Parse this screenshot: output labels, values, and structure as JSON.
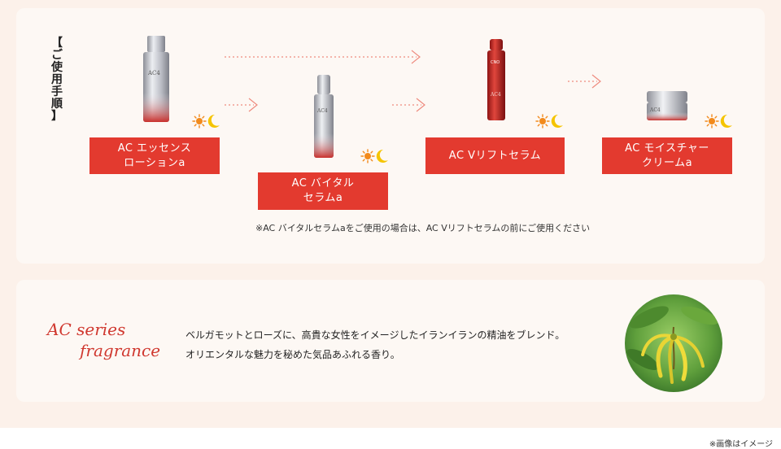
{
  "usage": {
    "title_chars": [
      "【",
      "ご",
      "使",
      "用",
      "手",
      "順",
      "】"
    ],
    "steps": [
      {
        "label": "AC エッセンス\nローションa",
        "icon": "sun-moon-icon"
      },
      {
        "label": "AC バイタル\nセラムa",
        "icon": "sun-moon-icon"
      },
      {
        "label": "AC Vリフトセラム",
        "icon": "sun-moon-icon"
      },
      {
        "label": "AC モイスチャー\nクリームa",
        "icon": "sun-moon-icon"
      }
    ],
    "note": "※AC バイタルセラムaをご使用の場合は、AC Vリフトセラムの前にご使用ください"
  },
  "fragrance": {
    "script_line1": "AC series",
    "script_line2": "fragrance",
    "text_line1": "ベルガモットとローズに、高貴な女性をイメージしたイランイランの精油をブレンド。",
    "text_line2": "オリエンタルな魅力を秘めた気品あふれる香り。"
  },
  "footnote": "※画像はイメージ",
  "colors": {
    "accent": "#e33a2f",
    "background": "#fcf1ea",
    "panel": "#fdf8f4",
    "script": "#d0382f",
    "sun": "#f28a1c",
    "moon": "#f5c400"
  }
}
